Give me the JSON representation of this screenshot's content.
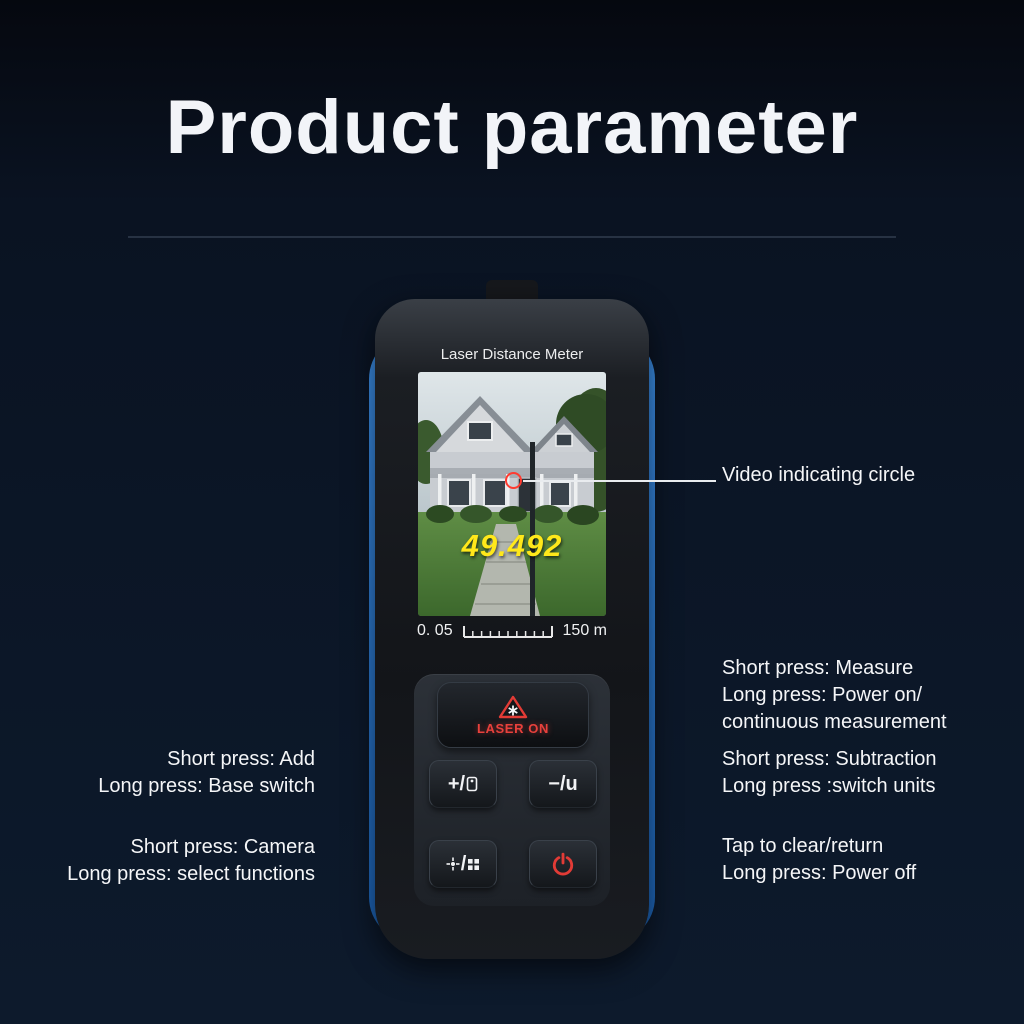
{
  "page": {
    "title": "Product parameter"
  },
  "colors": {
    "background": "#0a1322",
    "accent_blue": "#2e7ed8",
    "laser_red": "#e23b36",
    "measurement_yellow": "#ffe81a",
    "text_white": "#f5f6f8"
  },
  "device": {
    "screen_title": "Laser Distance Meter",
    "measurement_value": "49.492",
    "scale_min": "0. 05",
    "scale_max": "150 m",
    "laser_button_label": "LASER ON",
    "keypad": {
      "add_label": "+/",
      "subtract_label": "−/u",
      "camera_separator": "/"
    }
  },
  "icons": {
    "laser_triangle": "triangle-with-asterisk",
    "rangefinder": "device-outline-with-dot",
    "crosshair": "laser-target",
    "grid": "four-squares",
    "power": "power-symbol",
    "scale_ruler": "tick-ruler",
    "video_circle": "red-circle-indicator"
  },
  "callouts": {
    "video_circle": {
      "line1": "Video indicating circle"
    },
    "measure": {
      "line1": "Short press: Measure",
      "line2": "Long press: Power on/",
      "line3": "continuous measurement"
    },
    "add": {
      "line1": "Short press: Add",
      "line2": "Long press: Base switch"
    },
    "subtraction": {
      "line1": "Short press: Subtraction",
      "line2": "Long press :switch units"
    },
    "camera": {
      "line1": "Short press: Camera",
      "line2": "Long press: select functions"
    },
    "power": {
      "line1": "Tap to clear/return",
      "line2": "Long press: Power off"
    }
  }
}
